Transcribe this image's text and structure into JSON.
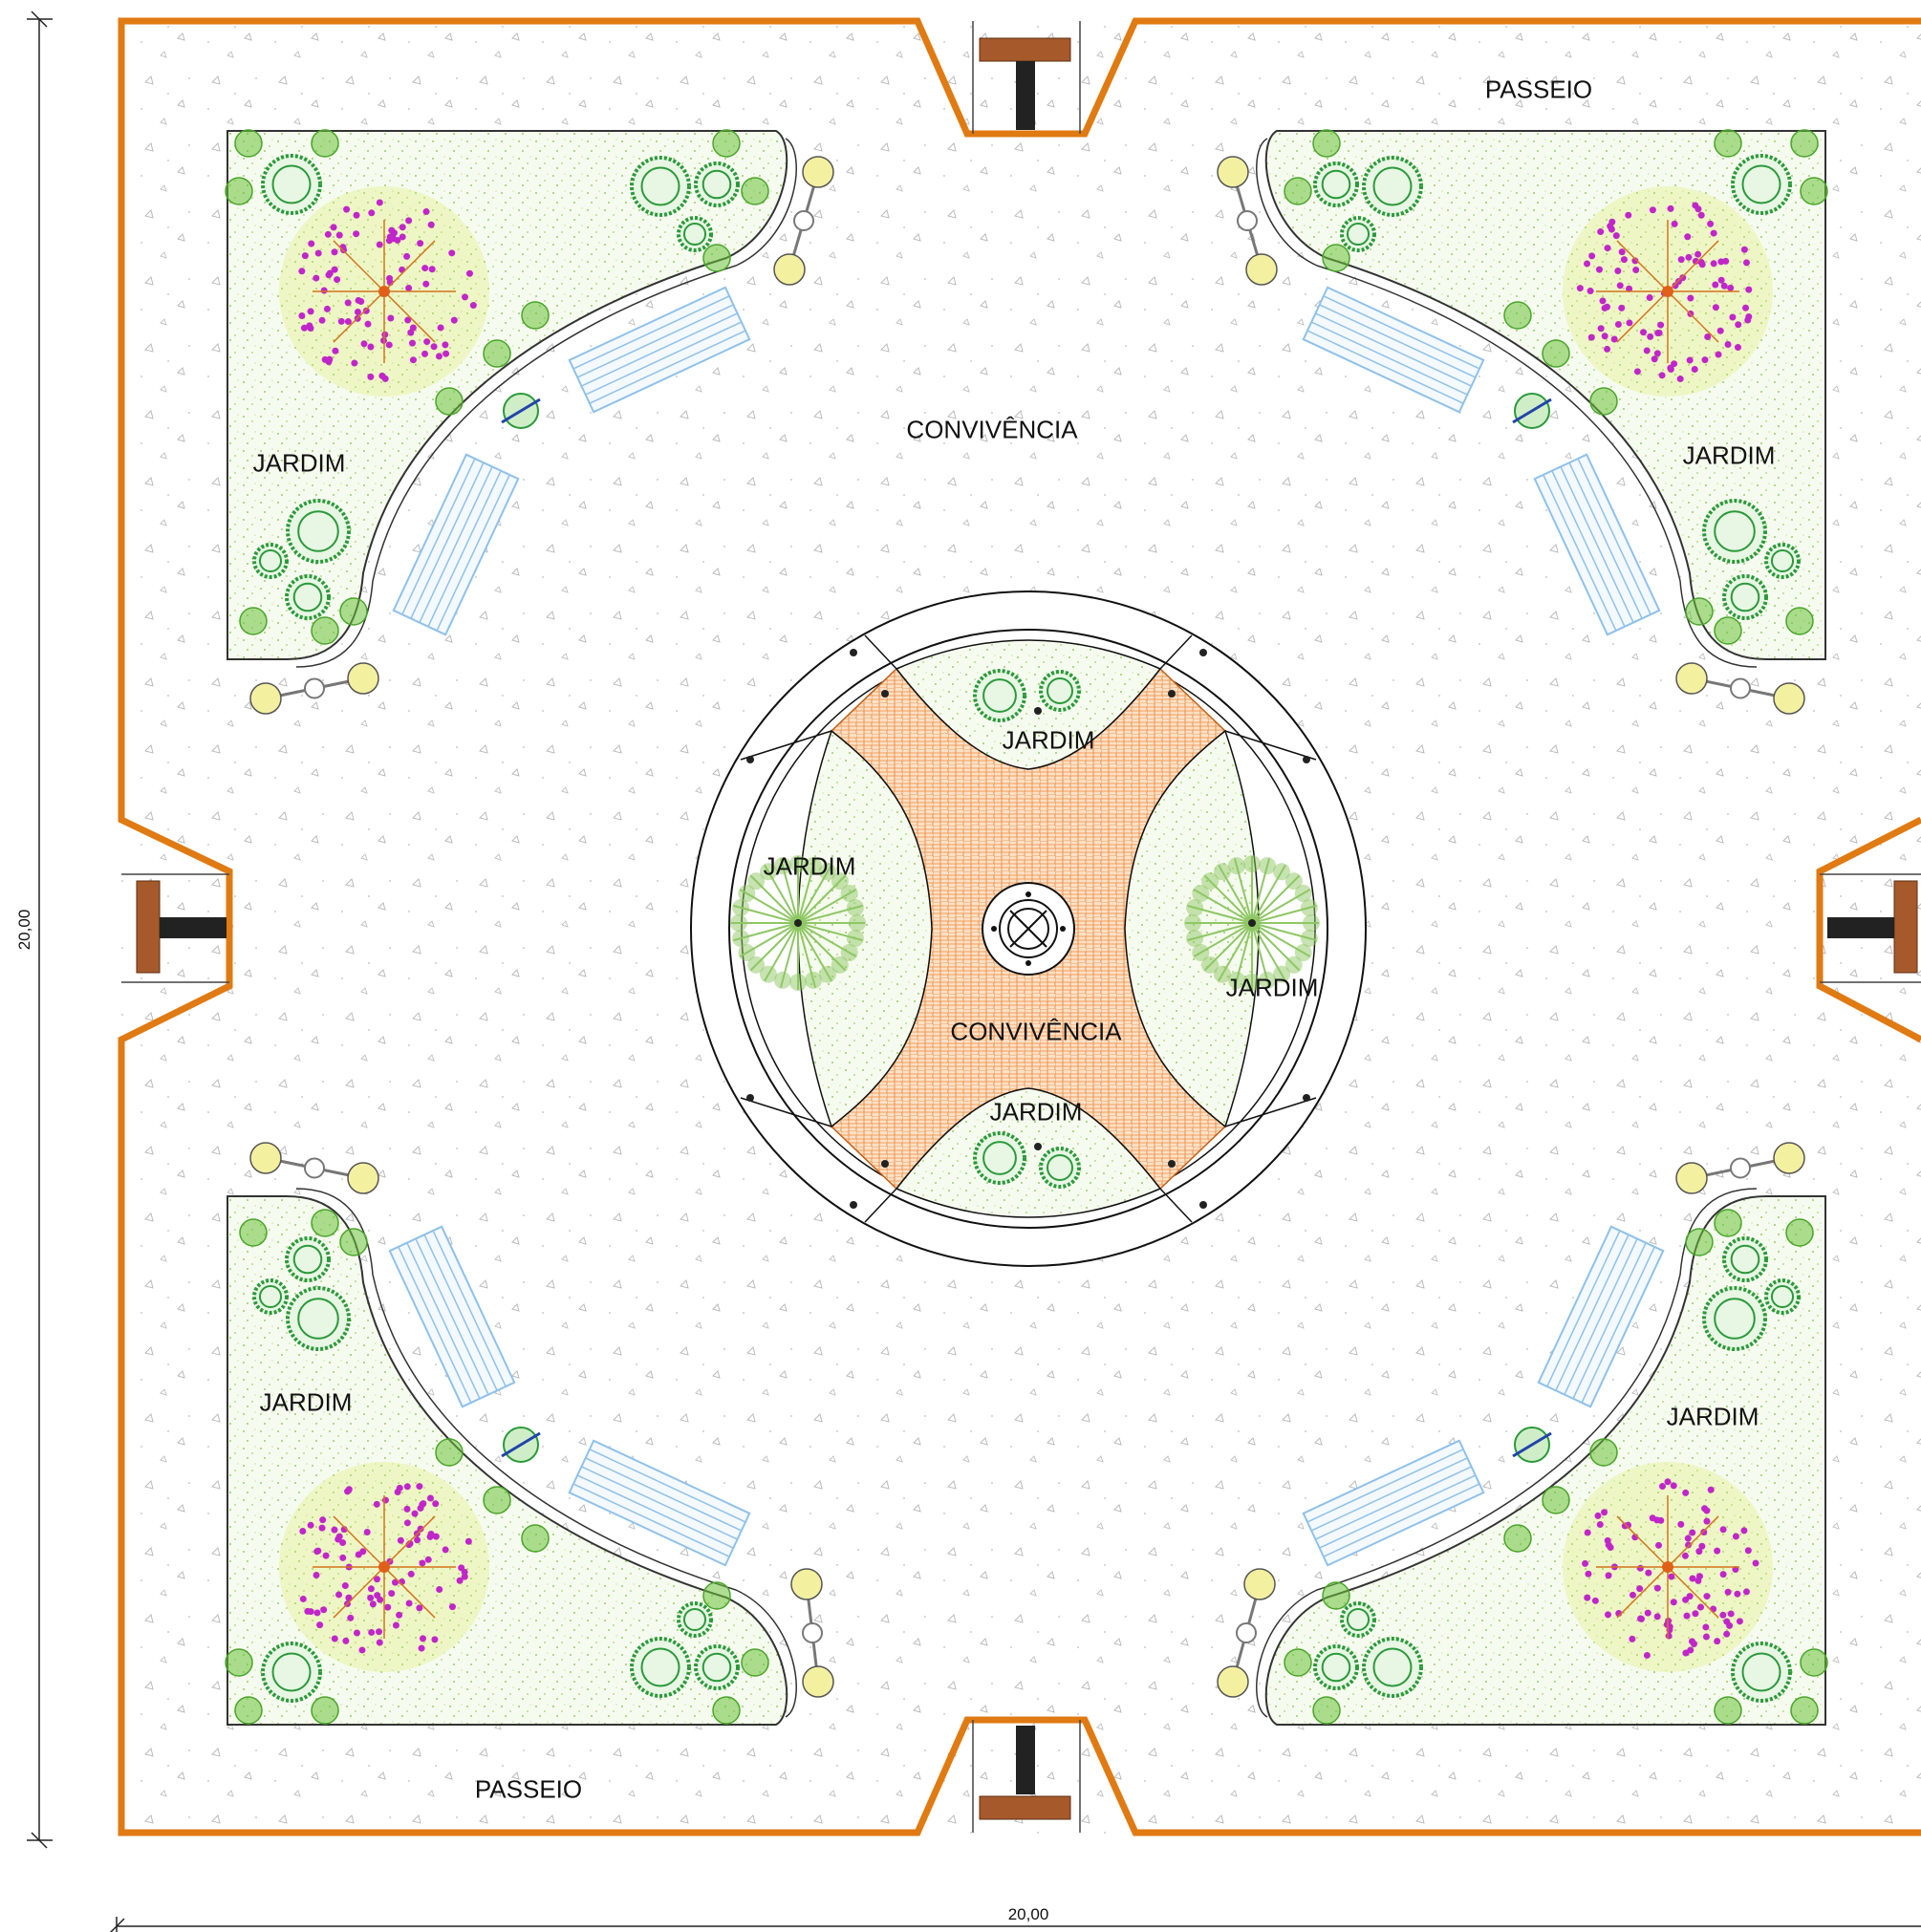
{
  "labels": {
    "passeio": "PASSEIO",
    "convivencia": "CONVIVÊNCIA",
    "jardim": "JARDIM"
  },
  "dimensions": {
    "width": "20,00",
    "height": "20,00"
  },
  "colors": {
    "boundary": "#e07a12",
    "paving": "#f4a15e",
    "lawn": "#9acd6b",
    "shrub_dark": "#2a9a3a",
    "shrub_light": "#6cc23a",
    "flower_magenta": "#c026c9",
    "flower_yellow": "#d7e84a",
    "bench": "#8fc1ea",
    "lamp": "#f3f0a0",
    "tree": "#8fc765",
    "gate_brick": "#a65a2c"
  }
}
